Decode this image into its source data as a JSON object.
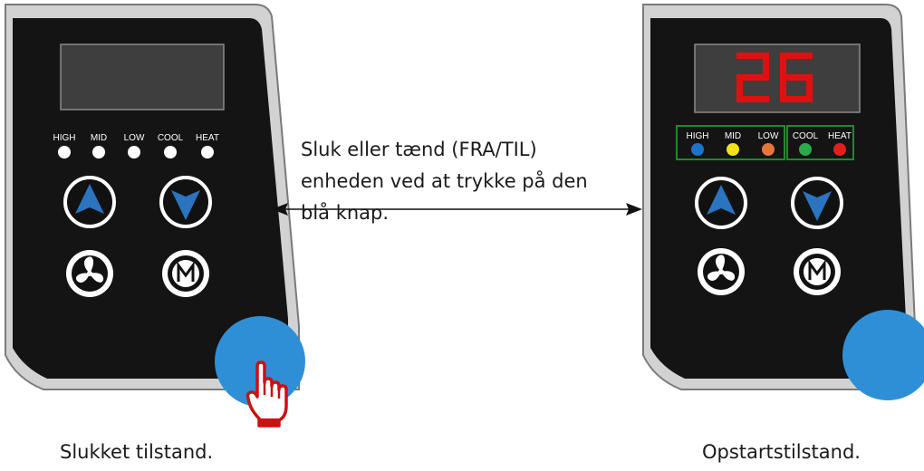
{
  "instruction": {
    "lines": [
      "Sluk eller tænd (FRA/TIL)",
      "enheden ved at trykke på den",
      "blå knap."
    ]
  },
  "left_panel": {
    "caption": "Slukket tilstand.",
    "display_value": "",
    "led_labels": [
      "HIGH",
      "MID",
      "LOW",
      "COOL",
      "HEAT"
    ]
  },
  "right_panel": {
    "caption": "Opstartstilstand.",
    "display_value": "26",
    "led_labels": [
      "HIGH",
      "MID",
      "LOW",
      "COOL",
      "HEAT"
    ],
    "led_colors": {
      "high": "#1e73c8",
      "mid": "#f2e21a",
      "low": "#e8743a",
      "cool": "#2ea84a",
      "heat": "#e02020"
    }
  },
  "colors": {
    "panel_face": "#141414",
    "bezel": "#d2d2d2",
    "power_button": "#2f8fd6",
    "arrow_blue": "#2a74c0",
    "hand_red": "#cc1111",
    "group_frame": "#1f8a2a",
    "display_digit": "#e01010"
  },
  "icons": [
    "up-arrow-icon",
    "down-arrow-icon",
    "fan-icon",
    "mode-m-icon",
    "pointing-hand-icon"
  ]
}
